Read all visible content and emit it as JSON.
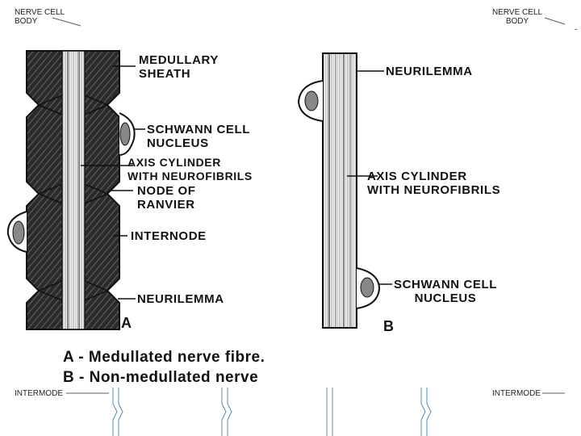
{
  "background_slide": {
    "top_left_label": "NERVE CELL\nBODY",
    "top_right_label": "NERVE CELL\nBODY",
    "bottom_left_label": "INTERMODE",
    "bottom_right_label": "INTERMODE"
  },
  "diagram_a": {
    "letter": "A",
    "labels": {
      "medullary_sheath": "MEDULLARY\nSHEATH",
      "schwann_nucleus": "SCHWANN CELL\nNUCLEUS",
      "axis_cylinder": "AXIS CYLINDER\nWITH NEUROFIBRILS",
      "node_ranvier": "NODE OF\nRANVIER",
      "internode": "INTERNODE",
      "neurilemma": "NEURILEMMA"
    }
  },
  "diagram_b": {
    "letter": "B",
    "labels": {
      "neurilemma": "NEURILEMMA",
      "axis_cylinder": "AXIS CYLINDER\nWITH NEUROFIBRILS",
      "schwann_nucleus": "SCHWANN CELL\nNUCLEUS"
    }
  },
  "captions": {
    "a": "A - Medullated nerve fibre.",
    "b": "B - Non-medullated nerve"
  },
  "colors": {
    "ink": "#111111",
    "sheath_hatch": "#1c1c1c",
    "background": "#ffffff"
  }
}
